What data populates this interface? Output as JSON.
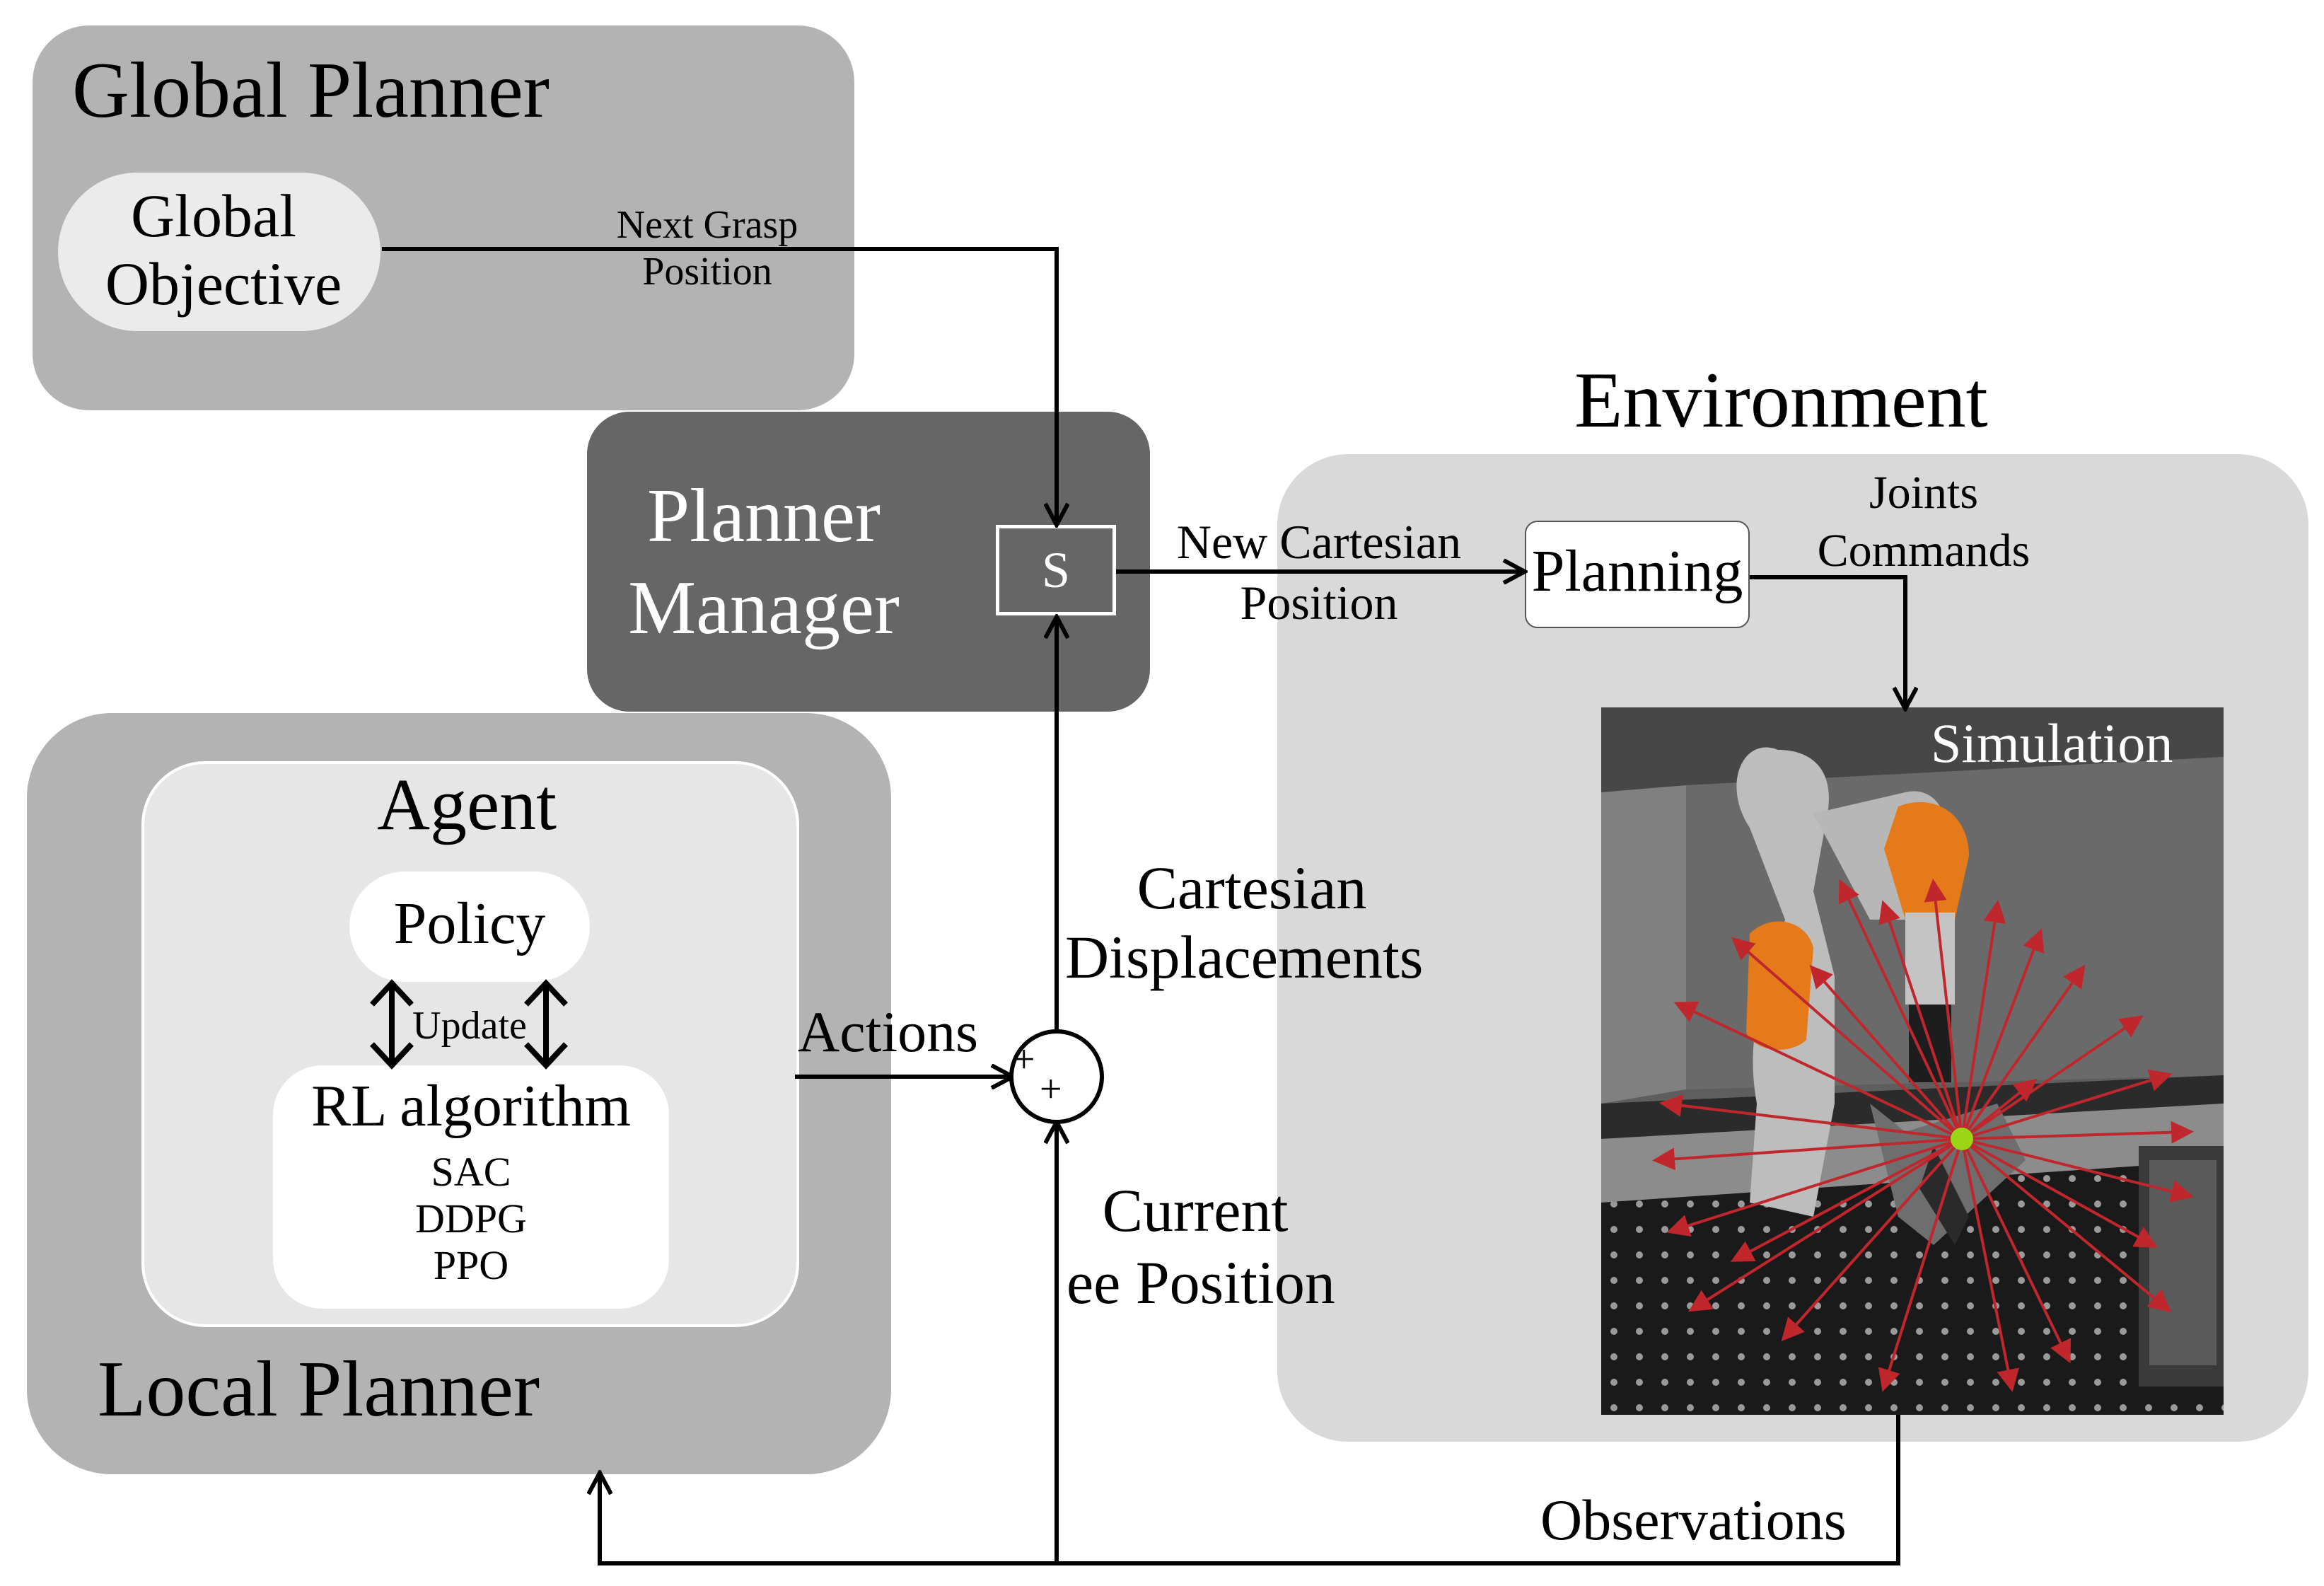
{
  "global_planner": {
    "title": "Global Planner",
    "objective_line1": "Global",
    "objective_line2": "Objective",
    "edge_label_line1": "Next Grasp",
    "edge_label_line2": "Position"
  },
  "planner_manager": {
    "title_line1": "Planner",
    "title_line2": "Manager",
    "switch_label": "S"
  },
  "environment": {
    "title": "Environment",
    "planning": "Planning",
    "joints_line1": "Joints",
    "joints_line2": "Commands",
    "simulation": "Simulation",
    "new_cart_line1": "New Cartesian",
    "new_cart_line2": "Position"
  },
  "local_planner": {
    "title": "Local Planner",
    "agent": "Agent",
    "policy": "Policy",
    "update": "Update",
    "rl_algorithm": "RL algorithm",
    "algorithms": [
      "SAC",
      "DDPG",
      "PPO"
    ]
  },
  "signals": {
    "actions": "Actions",
    "cart_disp_line1": "Cartesian",
    "cart_disp_line2": "Displacements",
    "current_line1": "Current",
    "current_line2": "ee Position",
    "observations": "Observations",
    "sum_plus_1": "+",
    "sum_plus_2": "+"
  },
  "colors": {
    "global_panel": "#b3b3b3",
    "manager_panel": "#666666",
    "local_panel": "#b3b3b3",
    "agent_panel": "#e6e6e6",
    "environment_panel": "#d9d9d9",
    "arrow": "#000000",
    "force_arrows": "#c0272d",
    "robot_orange": "#e47a1a",
    "target_green": "#9ad516"
  }
}
